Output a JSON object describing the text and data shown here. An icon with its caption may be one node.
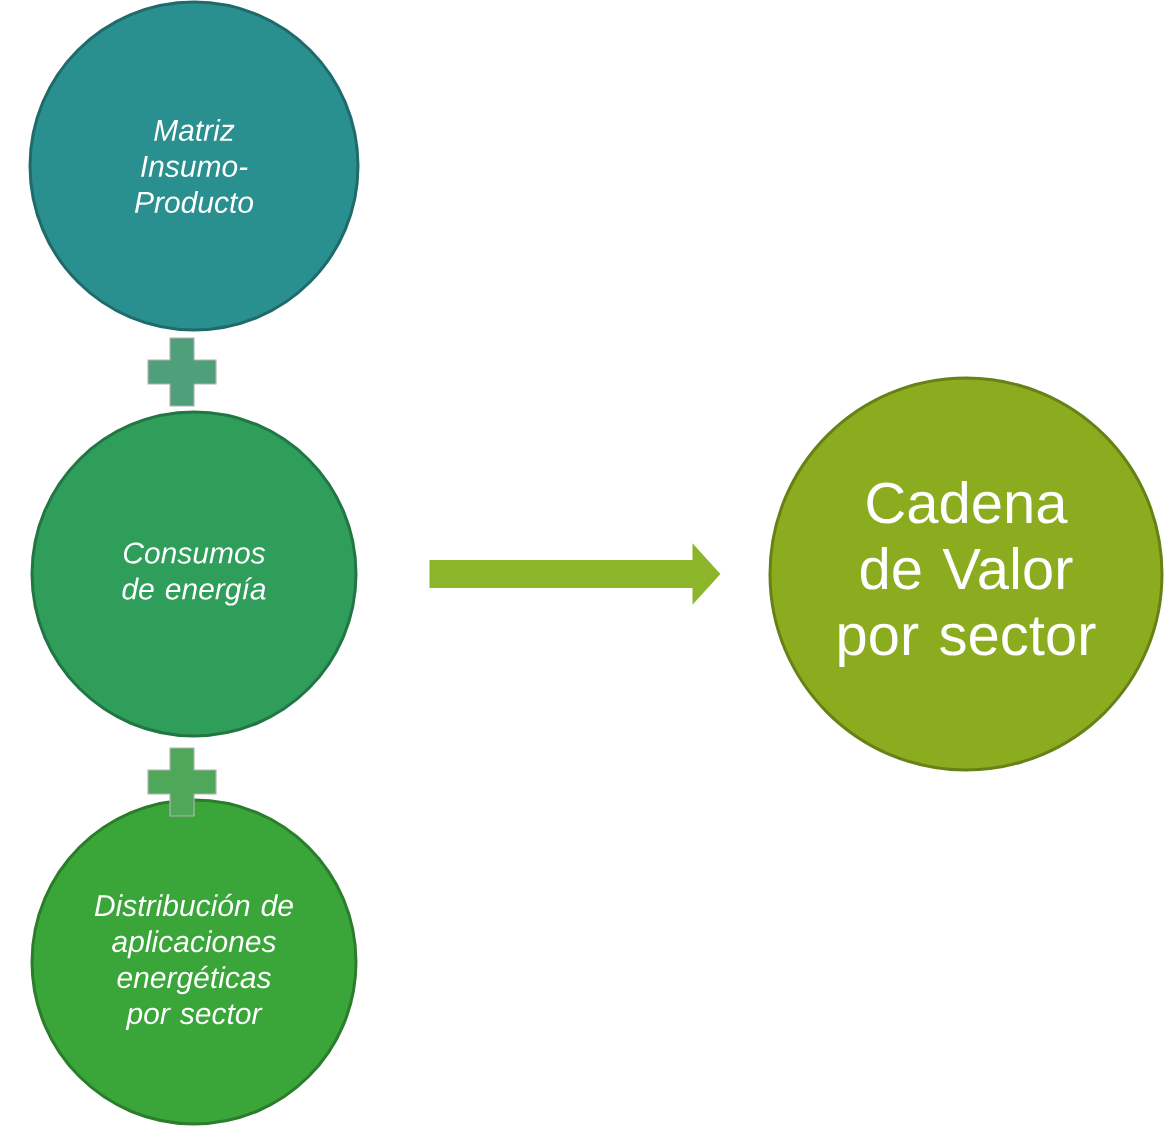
{
  "diagram": {
    "nodes": [
      {
        "text": [
          "Matriz Insumo-Producto"
        ]
      },
      {
        "text": [
          "Consumos de energía"
        ]
      },
      {
        "text": [
          "Distribución de aplicaciones energéticas por sector"
        ]
      },
      {
        "text": [
          "Cadena de Valor por sector"
        ]
      }
    ],
    "edges": [
      {
        "from": 1,
        "to": 3,
        "arrow": "to"
      }
    ]
  }
}
